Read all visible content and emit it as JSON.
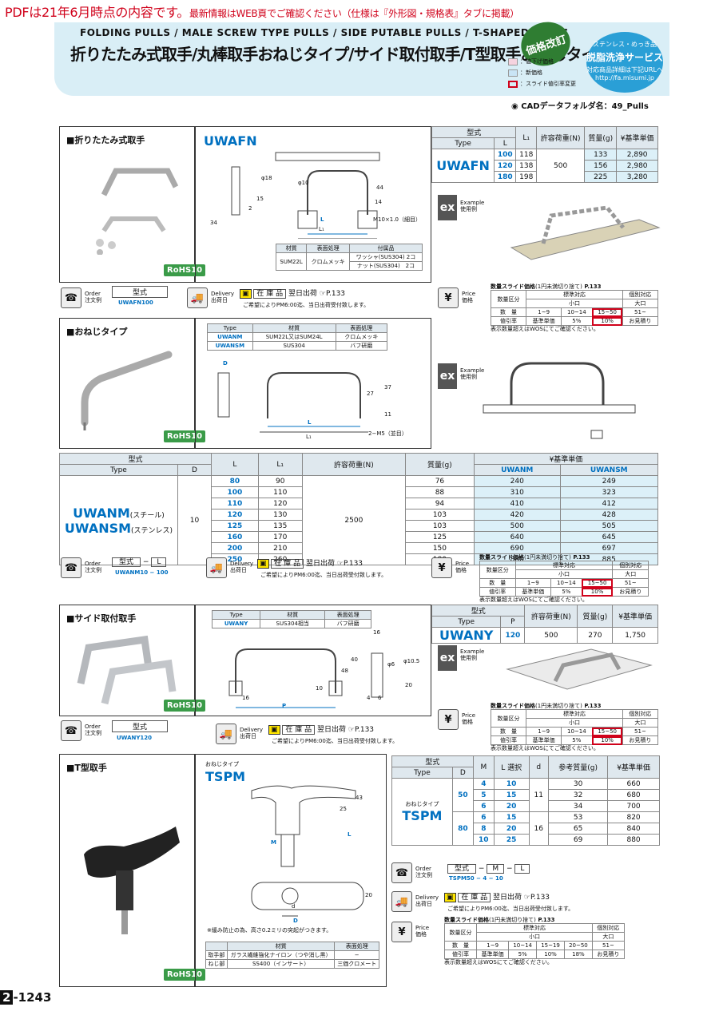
{
  "top_notice": {
    "main": "PDFは21年6月時点の内容です。",
    "sub": "最新情報はWEB頁でご確認ください（仕様は『外形図・規格表』タブに掲載）"
  },
  "header": {
    "title_en": "FOLDING PULLS / MALE SCREW TYPE PULLS / SIDE PUTABLE PULLS / T-SHAPED PULLS",
    "title_jp": "折りたたみ式取手/丸棒取手おねじタイプ/サイド取付取手/T型取手おねじタイプ",
    "badge": "価格改訂",
    "service_top": "ステンレス・めっき品",
    "service_main": "脱脂洗浄サービス",
    "service_sub": "対応商品詳細は下記URLへ",
    "service_url": "http://fa.misumi.jp",
    "legend": [
      "：値下げ価格",
      "：新価格",
      "：スライド値引率変更"
    ],
    "cad": "CADデータフォルダ名：49_Pulls"
  },
  "common": {
    "order": "Order",
    "order_jp": "注文例",
    "delivery": "Delivery",
    "delivery_jp": "出荷日",
    "price": "Price",
    "price_jp": "価格",
    "example": "Example",
    "example_jp": "使用例",
    "stock": "在 庫 品",
    "next_day": "翌日出荷",
    "ref": "P.133",
    "pm_note": "ご希望によりPM6:00迄、当日出荷受付致します。",
    "katashiki": "型式",
    "rohs": "RoHS10",
    "ex": "ex",
    "slide_title": "数量スライド価格",
    "slide_note": "(1円未満切り捨て)",
    "slide_ref": "P.133",
    "slide_qty_label": "数量区分",
    "slide_std": "標準対応",
    "slide_small": "小口",
    "slide_indiv": "個別対応",
    "slide_large": "大口",
    "slide_qty": "数　量",
    "slide_rate": "値引率",
    "slide_foot": "表示数量超えはWOSにてご確認ください。",
    "slide_q": [
      "1~9",
      "10~14",
      "15~50",
      "51~"
    ],
    "slide_r": [
      "基準単価",
      "5%",
      "10%",
      "お見積り"
    ]
  },
  "s1": {
    "title": "■折りたたみ式取手",
    "model": "UWAFN",
    "dims": [
      "φ18",
      "φ10",
      "34",
      "15",
      "2",
      "14",
      "44",
      "L",
      "L₁",
      "M10×1.0（細目）"
    ],
    "mat_head": [
      "材質",
      "表面処理",
      "付属品"
    ],
    "mat_row": [
      "SUM22L",
      "クロムメッキ",
      "ワッシャ(SUS304) 2コ",
      "ナット(SUS304)　2コ"
    ],
    "tbl_head": [
      "型式",
      "Type",
      "L",
      "L₁",
      "許容荷重(N)",
      "質量(g)",
      "¥基準単価"
    ],
    "rows": [
      [
        "100",
        "118",
        "133",
        "2,890"
      ],
      [
        "120",
        "138",
        "156",
        "2,980"
      ],
      [
        "180",
        "198",
        "225",
        "3,280"
      ]
    ],
    "load": "500",
    "order_code": "UWAFN100"
  },
  "s2": {
    "title": "■おねじタイプ",
    "mat_head": [
      "Type",
      "材質",
      "表面処理"
    ],
    "mat_rows": [
      [
        "UWANM",
        "SUM22L又はSUM24L",
        "クロムメッキ"
      ],
      [
        "UWANSM",
        "SUS304",
        "バフ研磨"
      ]
    ],
    "dims": [
      "D",
      "27",
      "37",
      "11",
      "L",
      "L₁",
      "2−M5（並目）"
    ],
    "tbl_head": [
      "型式",
      "Type",
      "D",
      "L",
      "L₁",
      "許容荷重(N)",
      "質量(g)",
      "¥基準単価",
      "UWANM",
      "UWANSM"
    ],
    "model1": "UWANM",
    "model1_note": "(スチール)",
    "model2": "UWANSM",
    "model2_note": "(ステンレス)",
    "d": "10",
    "load": "2500",
    "rows": [
      [
        "80",
        "90",
        "76",
        "240",
        "249"
      ],
      [
        "100",
        "110",
        "88",
        "310",
        "323"
      ],
      [
        "110",
        "120",
        "94",
        "410",
        "412"
      ],
      [
        "120",
        "130",
        "103",
        "420",
        "428"
      ],
      [
        "125",
        "135",
        "103",
        "500",
        "505"
      ],
      [
        "160",
        "170",
        "125",
        "640",
        "645"
      ],
      [
        "200",
        "210",
        "150",
        "690",
        "697"
      ],
      [
        "250",
        "260",
        "180",
        "880",
        "885"
      ]
    ],
    "order_parts": [
      "型式",
      "−",
      "L"
    ],
    "order_code": [
      "UWANM10",
      "−",
      "100"
    ]
  },
  "s3": {
    "title": "■サイド取付取手",
    "mat_head": [
      "Type",
      "材質",
      "表面処理"
    ],
    "mat_row": [
      "UWANY",
      "SUS304相当",
      "バフ研磨"
    ],
    "dims": [
      "16",
      "40",
      "48",
      "φ6",
      "φ10.5",
      "20",
      "10",
      "P",
      "16",
      "4",
      "6"
    ],
    "tbl_head": [
      "型式",
      "Type",
      "P",
      "許容荷重(N)",
      "質量(g)",
      "¥基準単価"
    ],
    "row": [
      "UWANY",
      "120",
      "500",
      "270",
      "1,750"
    ],
    "order_code": "UWANY120"
  },
  "s4": {
    "title": "■T型取手",
    "subtitle": "おねじタイプ",
    "model": "TSPM",
    "dims": [
      "43",
      "25",
      "L",
      "M",
      "20",
      "d",
      "D"
    ],
    "note": "※緩み防止の為、高さ0.2ミリの突起がつきます。",
    "mat_head": [
      "",
      "材質",
      "表面処理"
    ],
    "mat_rows": [
      [
        "取手部",
        "ガラス繊維強化ナイロン（つや消し黒）",
        "−"
      ],
      [
        "ねじ部",
        "SS400（インサート）",
        "三価クロメート"
      ]
    ],
    "tbl_head": [
      "型式",
      "Type",
      "D",
      "M",
      "L 選択",
      "d",
      "参考質量(g)",
      "¥基準単価"
    ],
    "type_label": "おねじタイプ",
    "rows": [
      [
        "50",
        "4",
        "10",
        "11",
        "30",
        "660"
      ],
      [
        "",
        "5",
        "15",
        "",
        "32",
        "680"
      ],
      [
        "",
        "6",
        "20",
        "",
        "34",
        "700"
      ],
      [
        "80",
        "6",
        "15",
        "16",
        "53",
        "820"
      ],
      [
        "",
        "8",
        "20",
        "",
        "65",
        "840"
      ],
      [
        "",
        "10",
        "25",
        "",
        "69",
        "880"
      ]
    ],
    "order_parts": [
      "型式",
      "−",
      "M",
      "−",
      "L"
    ],
    "order_code": [
      "TSPM50",
      "−",
      "4",
      "−",
      "10"
    ],
    "slide_q": [
      "1~9",
      "10~14",
      "15~19",
      "20~50",
      "51~"
    ],
    "slide_r": [
      "基準単価",
      "5%",
      "10%",
      "18%",
      "お見積り"
    ]
  },
  "page": {
    "num": "2",
    "rest": "-1243"
  }
}
